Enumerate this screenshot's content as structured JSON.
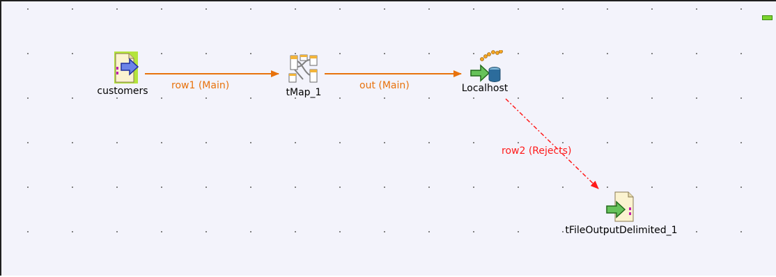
{
  "components": [
    {
      "id": "customers",
      "label": "customers",
      "icon": "file-input-icon"
    },
    {
      "id": "tmap",
      "label": "tMap_1",
      "icon": "tmap-icon"
    },
    {
      "id": "localhost",
      "label": "Localhost",
      "icon": "database-output-icon"
    },
    {
      "id": "fileout",
      "label": "tFileOutputDelimited_1",
      "icon": "file-output-icon"
    }
  ],
  "links": [
    {
      "id": "row1",
      "label": "row1 (Main)",
      "from": "customers",
      "to": "tmap",
      "color": "#e8720c",
      "style": "solid"
    },
    {
      "id": "out",
      "label": "out (Main)",
      "from": "tmap",
      "to": "localhost",
      "color": "#e8720c",
      "style": "solid"
    },
    {
      "id": "row2",
      "label": "row2 (Rejects)",
      "from": "localhost",
      "to": "fileout",
      "color": "#ff1a1a",
      "style": "dashed"
    }
  ],
  "colors": {
    "main_link": "#e8720c",
    "reject_link": "#ff1a1a",
    "canvas_bg": "#f3f3fb"
  }
}
